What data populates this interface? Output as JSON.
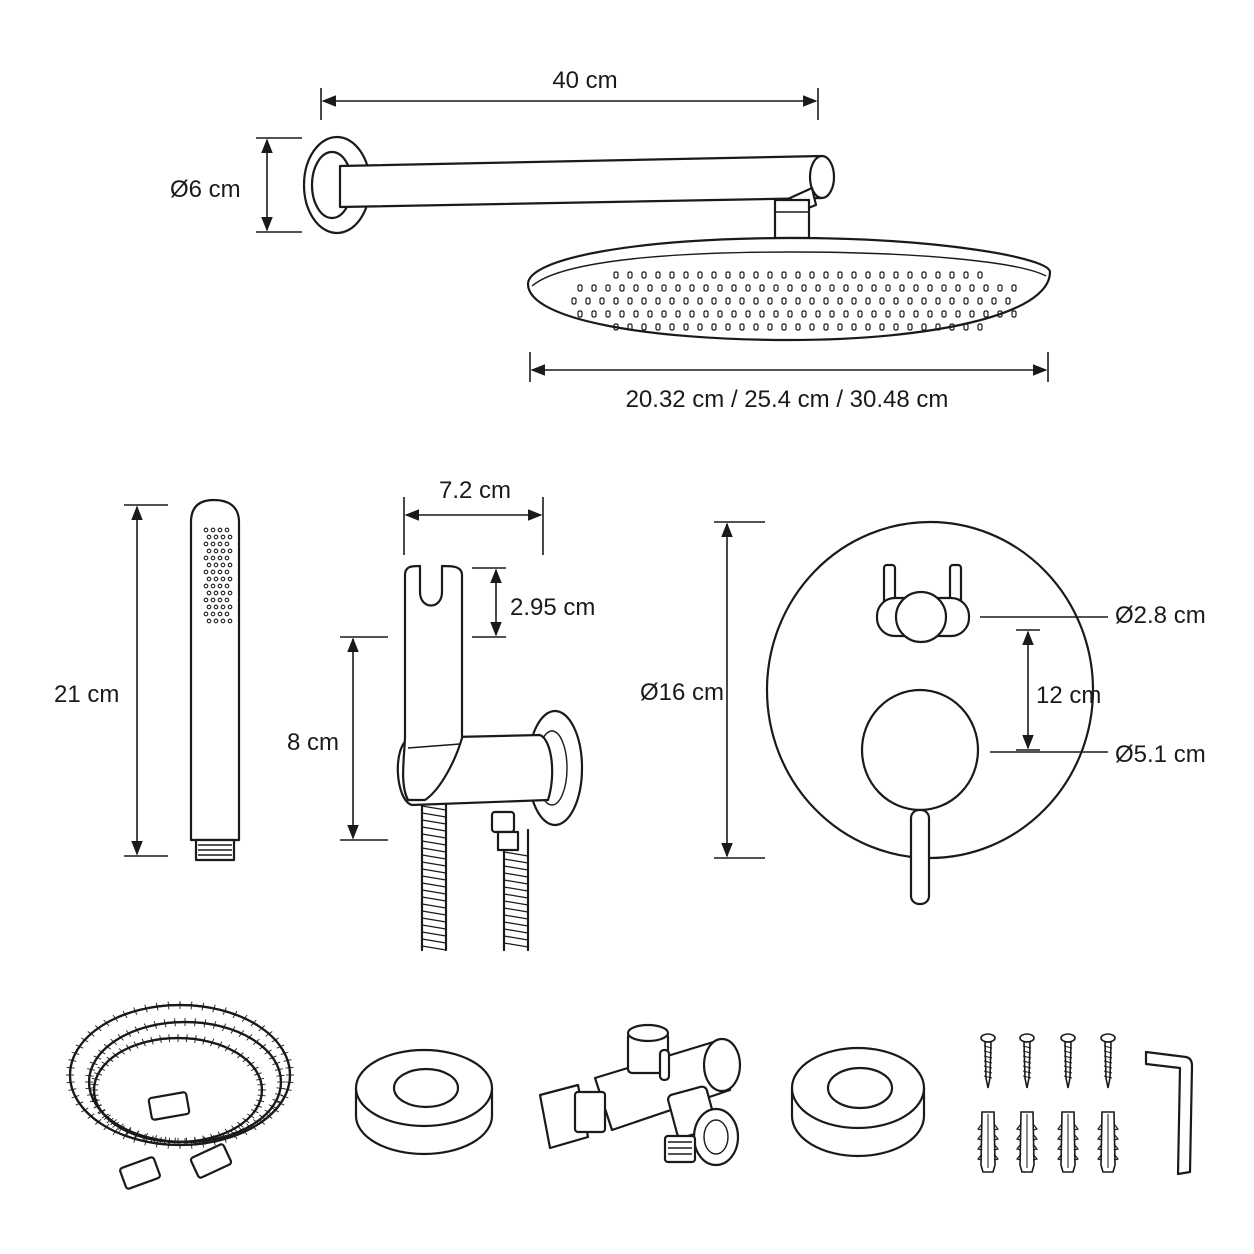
{
  "dimensions": {
    "arm_length": "40 cm",
    "flange_diameter": "Ø6 cm",
    "head_diameter": "20.32 cm / 25.4 cm / 30.48 cm",
    "handshower_length": "21 cm",
    "holder_width": "7.2 cm",
    "holder_slot": "2.95 cm",
    "holder_height": "8 cm",
    "plate_diameter": "Ø16 cm",
    "diverter_diameter": "Ø2.8 cm",
    "knob_spacing": "12 cm",
    "handle_diameter": "Ø5.1 cm"
  },
  "parts": [
    "wall-arm",
    "rain-shower-head",
    "hand-shower",
    "wall-holder",
    "valve-trim-plate",
    "hose",
    "flange-ring",
    "diverter-tee",
    "flange-ring",
    "screws",
    "wall-anchors",
    "hex-key"
  ],
  "colors": {
    "line": "#1a1a1a",
    "background": "#ffffff"
  }
}
